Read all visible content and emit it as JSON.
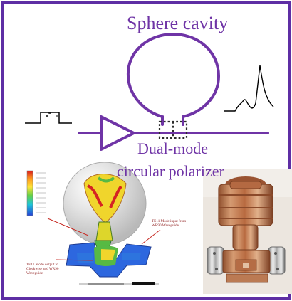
{
  "labels": {
    "title": "Sphere cavity",
    "component_line_1": "Dual-mode",
    "component_line_2": "circular polarizer"
  },
  "colors": {
    "accent": "#6f34a6",
    "outline": "#5e2ea4",
    "photo_background": "#ece6df",
    "simulation_red": "#cf2a1e",
    "simulation_yellow": "#f3d329",
    "simulation_green": "#68c33b",
    "simulation_blue": "#2458d5"
  },
  "icons": {
    "amplifier": "triangle-amplifier-icon",
    "input_signal": "rectangular-pulse-icon",
    "output_signal": "spike-pulse-icon"
  }
}
